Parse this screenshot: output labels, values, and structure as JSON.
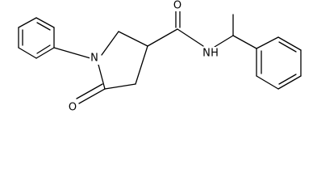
{
  "molecule": {
    "atom_labels": {
      "ring_nitrogen": "N",
      "amide_nitrogen": "N",
      "amide_hydrogen": "H",
      "carbonyl_oxygen_amide": "O",
      "carbonyl_oxygen_lactam": "O"
    },
    "colors": {
      "bond": "#000000",
      "text": "#000000",
      "background": "#ffffff"
    }
  }
}
